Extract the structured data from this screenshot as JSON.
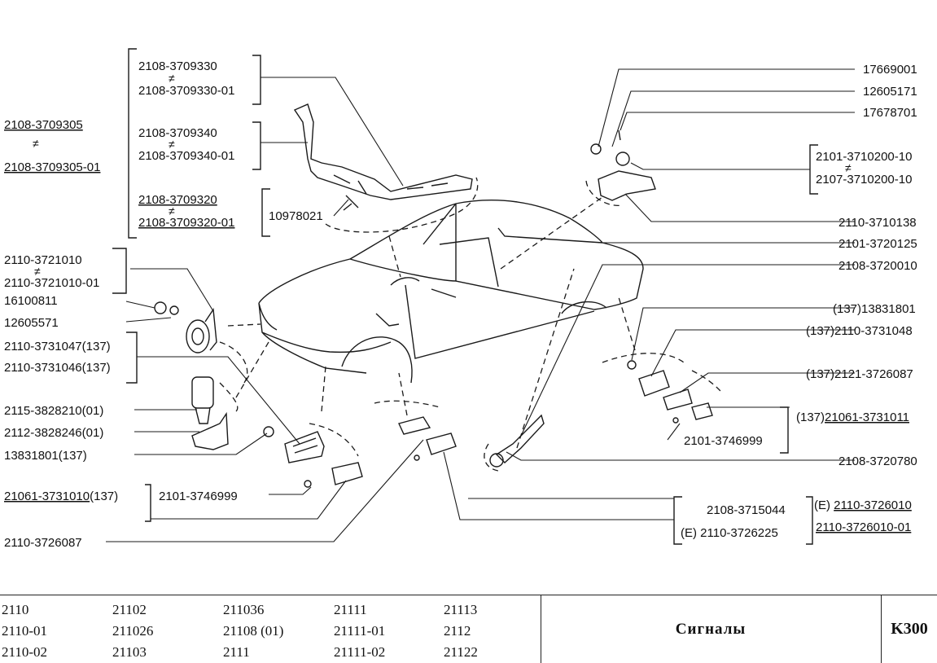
{
  "parts": {
    "horn_bracket_a": "2108-3709305",
    "horn_bracket_b": "2108-3709305-01",
    "stalk_330": "2108-3709330",
    "stalk_330_01": "2108-3709330-01",
    "stalk_340": "2108-3709340",
    "stalk_340_01": "2108-3709340-01",
    "stalk_320": "2108-3709320",
    "stalk_320_01": "2108-3709320-01",
    "screw_10978021": "10978021",
    "horn_3721010": "2110-3721010",
    "horn_3721010_01": "2110-3721010-01",
    "nut_16100811": "16100811",
    "washer_12605571": "12605571",
    "headlamp_3731047": "2110-3731047(137)",
    "headlamp_3731046": "2110-3731046(137)",
    "sensor_3828210": "2115-3828210(01)",
    "sensor_3828246": "2112-3828246(01)",
    "nut_13831801_137": "13831801(137)",
    "repeater_3731010": "21061-3731010",
    "repeater_3731010_suffix": "(137)",
    "bulb_left": "2101-3746999",
    "lamp_3726087_left": "2110-3726087",
    "bolt_17669001": "17669001",
    "washer_12605171": "12605171",
    "screw_17678701": "17678701",
    "relay_3710200_10": "2101-3710200-10",
    "relay_3707_10": "2107-3710200-10",
    "bracket_3710138": "2110-3710138",
    "switch_3720125": "2101-3720125",
    "switch_3720010": "2108-3720010",
    "nut_137_13831801": "(137)13831801",
    "lamp_137_3731048": "(137)2110-3731048",
    "lamp_137_3726087": "(137)2121-3726087",
    "lamp_137_prefix": "(137)",
    "lamp_137_3731011": "21061-3731011",
    "bulb_right": "2101-3746999",
    "switch_3720780": "2108-3720780",
    "lamp_3715044": "2108-3715044",
    "lamp_e_3726225": "(E) 2110-3726225",
    "lamp_e_prefix": "(E) ",
    "lamp_e_3726010": "2110-3726010",
    "lamp_3726010_01": "2110-3726010-01",
    "not_equal": "≠"
  },
  "footer": {
    "models": [
      [
        "2110",
        "21102",
        "211036",
        "21111",
        "21113"
      ],
      [
        "2110-01",
        "211026",
        "21108 (01)",
        "21111-01",
        "2112"
      ],
      [
        "2110-02",
        "21103",
        "2111",
        "21111-02",
        "21122"
      ]
    ],
    "title": "Сигналы",
    "code": "K300"
  }
}
